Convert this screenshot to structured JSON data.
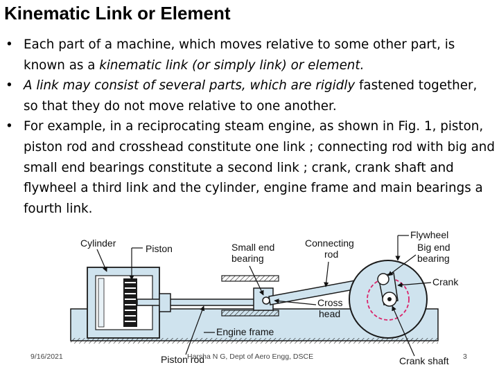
{
  "slide": {
    "title": "Kinematic Link or Element",
    "bullets": [
      {
        "b1_t1": "Each part of a machine, which moves relative to some other part, is known as a ",
        "b1_t2": "kinematic link (or simply link) or element."
      },
      {
        "b2_t1": "A link may consist of several parts, which are rigidly",
        "b2_t2": " fastened together, so that they do not move relative to one another."
      },
      {
        "b3_t1": "For example, in a reciprocating steam engine, as shown in Fig. 1, piston, piston rod and crosshead constitute one link ; connecting rod with big and small end bearings constitute a second link ; crank, crank shaft and flywheel a third link and the cylinder, engine frame and main bearings a fourth link."
      }
    ]
  },
  "figure": {
    "labels": {
      "cylinder": "Cylinder",
      "piston": "Piston",
      "small_end_bearing_1": "Small end",
      "small_end_bearing_2": "bearing",
      "connecting_rod_1": "Connecting",
      "connecting_rod_2": "rod",
      "flywheel": "Flywheel",
      "big_end_bearing_1": "Big end",
      "big_end_bearing_2": "bearing",
      "crank": "Crank",
      "cross_head_1": "Cross",
      "cross_head_2": "head",
      "engine_frame": "Engine frame",
      "piston_rod": "Piston rod",
      "crank_shaft": "Crank shaft"
    },
    "colors": {
      "part_fill": "#cfe3ee",
      "outline": "#1a1a1a",
      "crank_circle": "#d9246b"
    }
  },
  "footer": {
    "date": "9/16/2021",
    "author": "Harsha N G, Dept of Aero Engg, DSCE",
    "page": "3"
  }
}
